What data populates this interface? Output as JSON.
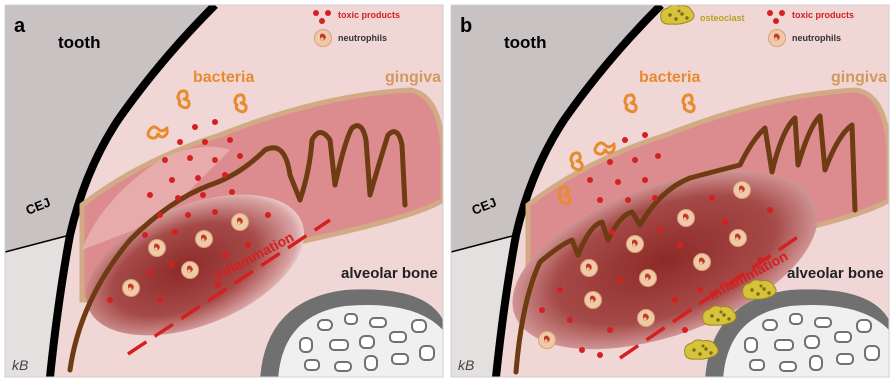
{
  "panels": [
    {
      "letter": "a",
      "tooth": "tooth",
      "cej": "CEJ",
      "bacteria": "bacteria",
      "gingiva": "gingiva",
      "inflammation": "inflammation",
      "alveolar_bone": "alveolar bone",
      "legend": {
        "toxic": "toxic products",
        "neutrophils": "neutrophils"
      },
      "signature": "kB"
    },
    {
      "letter": "b",
      "tooth": "tooth",
      "cej": "CEJ",
      "bacteria": "bacteria",
      "gingiva": "gingiva",
      "inflammation": "inflammation",
      "alveolar_bone": "alveolar bone",
      "legend": {
        "osteoclast": "osteoclast",
        "toxic": "toxic products",
        "neutrophils": "neutrophils"
      },
      "signature": "kB"
    }
  ],
  "colors": {
    "tooth": "#c9c2c2",
    "gum_light": "#f1d6d6",
    "gingiva": "#dc8c8f",
    "gingiva_edge": "#d2aa86",
    "epithelium": "#6e3c12",
    "inflammation": "#8e2a28",
    "toxic": "#d42020",
    "bacteria": "#e88a2e",
    "bone_outer": "#707070",
    "bone_inner": "#f0f0f0",
    "osteoclast": "#d7c23b"
  }
}
